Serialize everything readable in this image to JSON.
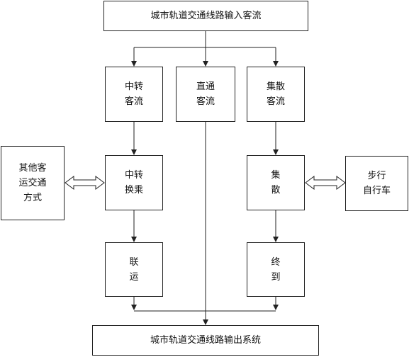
{
  "nodes": {
    "input": "城市轨道交通线路输入客流",
    "transfer_flow": "中转\n客流",
    "direct_flow": "直通\n客流",
    "collect_flow": "集散\n客流",
    "other_modes": "其他客\n运交通\n方式",
    "transfer": "中转\n换乘",
    "collect": "集\n散",
    "walk_bike": "步行\n自行车",
    "joint": "联\n运",
    "terminate": "终\n到",
    "output": "城市轨道交通线路输出系统"
  },
  "colors": {
    "line": "#222222",
    "background": "#ffffff"
  }
}
